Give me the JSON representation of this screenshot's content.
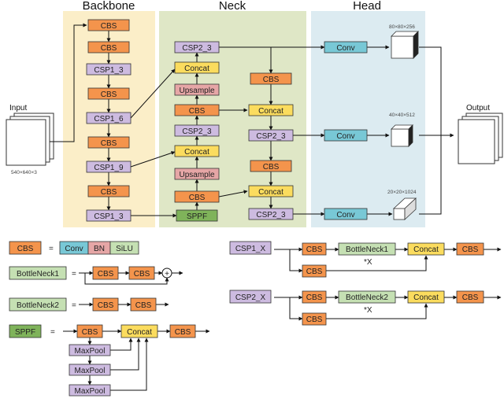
{
  "sections": {
    "backbone": "Backbone",
    "neck": "Neck",
    "head": "Head"
  },
  "io": {
    "input": "Input",
    "input_size": "540×640×3",
    "output": "Output"
  },
  "blocks": {
    "cbs": "CBS",
    "csp1_3": "CSP1_3",
    "csp1_6": "CSP1_6",
    "csp1_9": "CSP1_9",
    "csp2_3": "CSP2_3",
    "concat": "Concat",
    "upsample": "Upsample",
    "sppf": "SPPF",
    "conv": "Conv",
    "bn": "BN",
    "silu": "SiLU",
    "bottleneck1": "BottleNeck1",
    "bottleneck2": "BottleNeck2",
    "csp1_x": "CSP1_X",
    "csp2_x": "CSP2_X",
    "maxpool": "MaxPool",
    "times_x": "*X",
    "equals": "=",
    "plus": "+"
  },
  "scales": {
    "s80": "80×80×256",
    "s40": "40×40×512",
    "s20": "20×20×1024"
  },
  "colors": {
    "backbone_bg": "#fbeec8",
    "neck_bg": "#dfe7c6",
    "head_bg": "#dcebf1",
    "cbs": "#f4944c",
    "csp": "#cdbbe0",
    "concat": "#fbdc5e",
    "upsample": "#e6a6a6",
    "sppf": "#7fb35a",
    "conv": "#78c8d6",
    "bn": "#e6a6a6",
    "silu": "#c5e0b3",
    "bottleneck": "#c5e0b3",
    "maxpool": "#cdbbe0"
  }
}
